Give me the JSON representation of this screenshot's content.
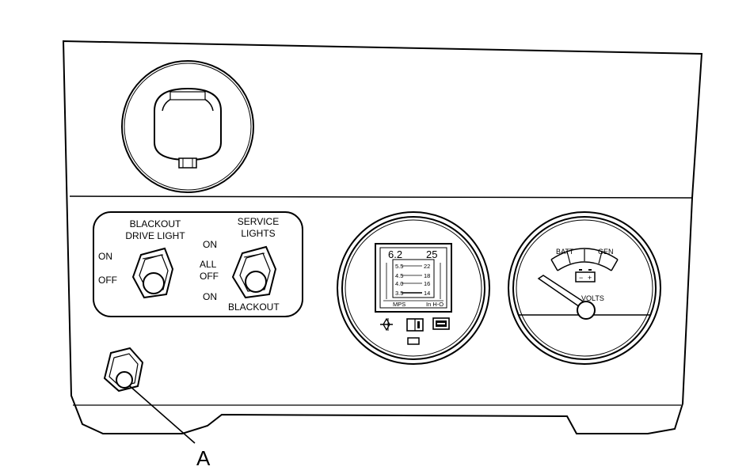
{
  "switch_labels": {
    "blackout_drive_light": {
      "title_line1": "BLACKOUT",
      "title_line2": "DRIVE LIGHT",
      "on": "ON",
      "off": "OFF"
    },
    "service_lights": {
      "title_line1": "SERVICE",
      "title_line2": "LIGHTS",
      "on_top": "ON",
      "all_off_line1": "ALL",
      "all_off_line2": "OFF",
      "on_bottom": "ON",
      "blackout": "BLACKOUT"
    }
  },
  "multifunction_gauge": {
    "top_left": "6.2",
    "top_right": "25",
    "scale_left": [
      "5.5",
      "4.5",
      "4.0",
      "3.5"
    ],
    "scale_right": [
      "22",
      "18",
      "16",
      "14"
    ],
    "footer_left": "MPS",
    "footer_right": "In H-O",
    "icons": [
      "fan-icon",
      "manual-icon",
      "battery-icon",
      "indicator-lamp-icon"
    ]
  },
  "volt_gauge": {
    "batt": "BATT",
    "gen": "GEN",
    "minus": "−",
    "plus": "+",
    "volts": "VOLTS"
  },
  "callout": {
    "label": "A"
  }
}
